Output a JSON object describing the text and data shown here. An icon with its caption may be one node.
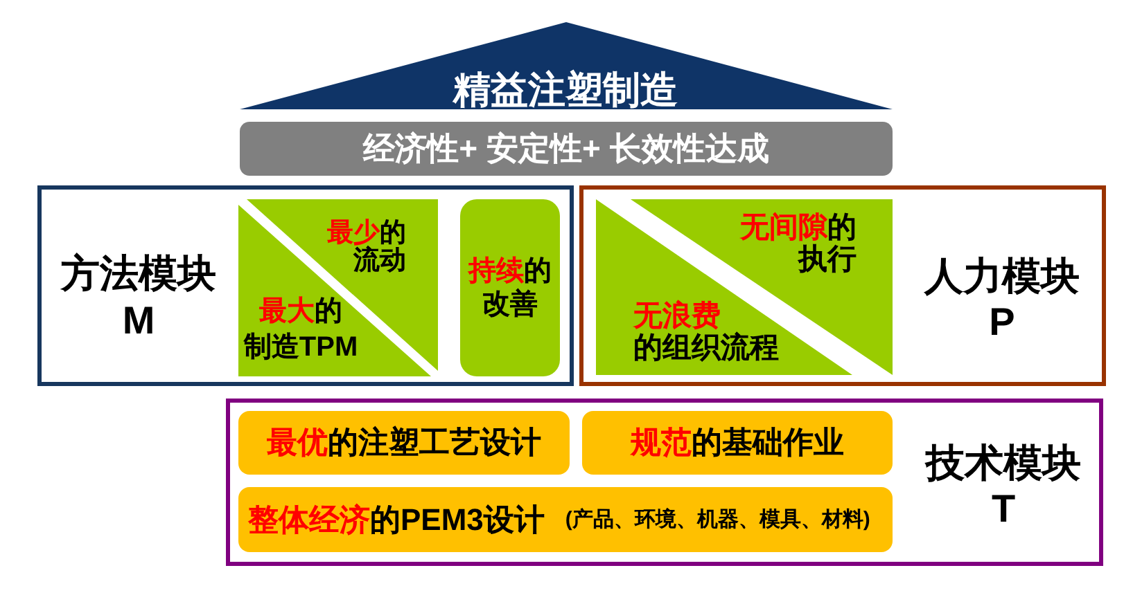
{
  "diagram": {
    "nodes": [
      {
        "text": [
          "精益注塑制造"
        ]
      },
      {
        "text": [
          "经济性+ 安定性+ 长效性达成"
        ]
      },
      {
        "text": [
          "方法模块M"
        ]
      },
      {
        "text": [
          "**最少**的流动",
          "**最大**的制造TPM"
        ],
        "in": 2
      },
      {
        "text": [
          "**持续**的改善"
        ],
        "in": 2
      },
      {
        "text": [
          "人力模块P"
        ]
      },
      {
        "text": [
          "**无间隙**的执行",
          "**无浪费**的组织流程"
        ],
        "in": 5
      },
      {
        "text": [
          "技术模块T"
        ]
      },
      {
        "text": [
          "**最优**的注塑工艺设计"
        ],
        "in": 7
      },
      {
        "text": [
          "**规范**的基础作业"
        ],
        "in": 7
      },
      {
        "text": [
          "**整体经济**的PEM3设计",
          "(产品、环境、机器、模具、材料)"
        ],
        "in": 7
      }
    ]
  }
}
